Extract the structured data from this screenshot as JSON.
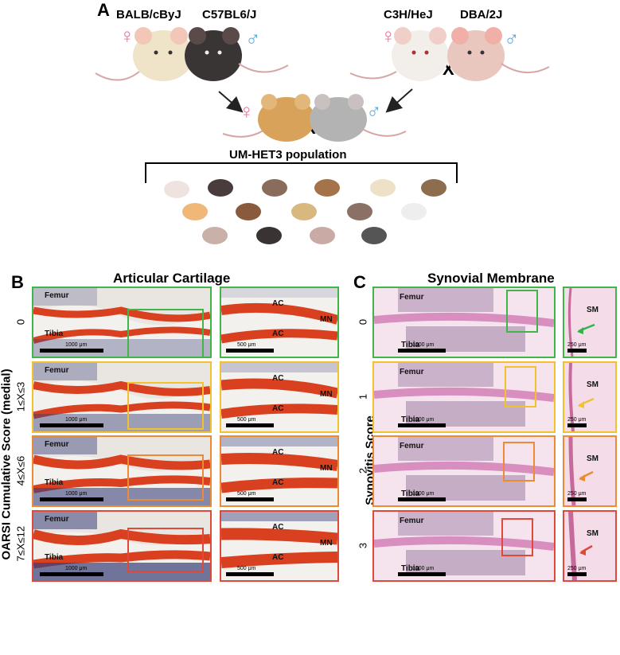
{
  "panel_a": {
    "letter": "A",
    "strains": {
      "s1": "BALB/cByJ",
      "s2": "C57BL6/J",
      "s3": "C3H/HeJ",
      "s4": "DBA/2J"
    },
    "female_symbol": "♀",
    "male_symbol": "♂",
    "cross_symbol": "X",
    "population_label": "UM-HET3 population"
  },
  "panel_b": {
    "letter": "B",
    "title": "Articular Cartilage",
    "axis_title": "OARSI Cumulative Score (medial)",
    "rows": [
      {
        "label": "0",
        "border": "#3fb54a"
      },
      {
        "label": "1≤X≤3",
        "border": "#f2c12e"
      },
      {
        "label": "4≤X≤6",
        "border": "#ef8a34"
      },
      {
        "label": "7≤X≤12",
        "border": "#e0483a"
      }
    ],
    "labels": {
      "femur": "Femur",
      "tibia": "Tibia",
      "ac": "AC",
      "mn": "MN"
    },
    "scale_large": "1000 μm",
    "scale_small": "500 μm"
  },
  "panel_c": {
    "letter": "C",
    "title": "Synovial Membrane",
    "axis_title": "Synovitis Score",
    "rows": [
      {
        "label": "0",
        "border": "#3fb54a",
        "arrow": "#2fb34a"
      },
      {
        "label": "1",
        "border": "#f2c12e",
        "arrow": "#f2c12e"
      },
      {
        "label": "2",
        "border": "#ef8a34",
        "arrow": "#ef8a34"
      },
      {
        "label": "3",
        "border": "#e0483a",
        "arrow": "#e0483a"
      }
    ],
    "labels": {
      "femur": "Femur",
      "tibia": "Tibia",
      "sm": "SM"
    },
    "scale_large": "1000 μm",
    "scale_small": "250 μm"
  },
  "colors": {
    "female": "#e8729a",
    "male": "#5ea8d8",
    "cartilage_red": "#d8401f",
    "bone_blue": "#3a3f78",
    "he_pink": "#d88fbf"
  }
}
